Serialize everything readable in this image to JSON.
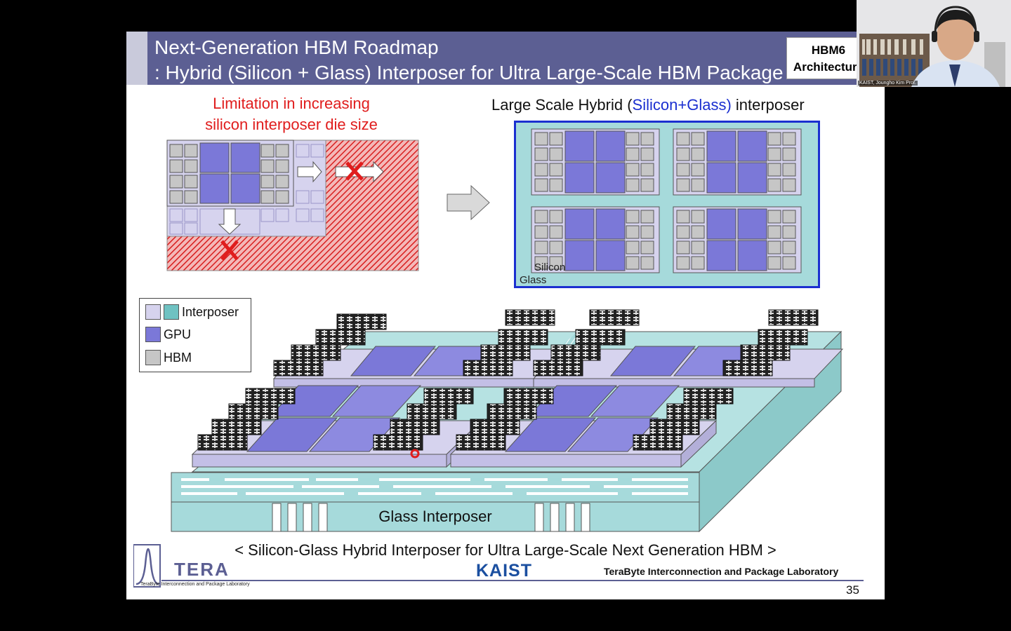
{
  "slide": {
    "title_line1": "Next-Generation HBM Roadmap",
    "title_line2": ": Hybrid (Silicon + Glass) Interposer for Ultra Large-Scale HBM Package",
    "badge_line1": "HBM6",
    "badge_line2": "Architecture",
    "left_caption_line1": "Limitation in increasing",
    "left_caption_line2": "silicon interposer die size",
    "right_caption_before": "Large Scale Hybrid (",
    "right_caption_highlight": "Silicon+Glass)",
    "right_caption_after": " interposer",
    "label_silicon": "Silicon",
    "label_glass": "Glass",
    "label_glass_interposer": "Glass Interposer",
    "bottom_caption": "< Silicon-Glass Hybrid Interposer for Ultra Large-Scale Next Generation HBM >",
    "lab_name": "TeraByte Interconnection and Package Laboratory",
    "kaist_logo": "KAIST",
    "tera_logo": "TERA",
    "tera_sub": "TeraByte Interconnection and Package Laboratory",
    "page_number": "35"
  },
  "legend": {
    "items": [
      {
        "label": "Interposer",
        "colors": [
          "#d6d3ee",
          "#6fc2c2"
        ]
      },
      {
        "label": "GPU",
        "colors": [
          "#7b78d8"
        ]
      },
      {
        "label": "HBM",
        "colors": [
          "#c6c6c6"
        ]
      }
    ]
  },
  "webcam": {
    "label": "KAIST, Joungho Kim Prof."
  },
  "colors": {
    "title_bar": "#5c5f93",
    "gpu": "#7b78d8",
    "hbm": "#c6c6c6",
    "silicon_interposer": "#d6d3ee",
    "glass": "#a6dadb",
    "highlight": "#1b2fd0",
    "warning": "#e01d1d"
  }
}
